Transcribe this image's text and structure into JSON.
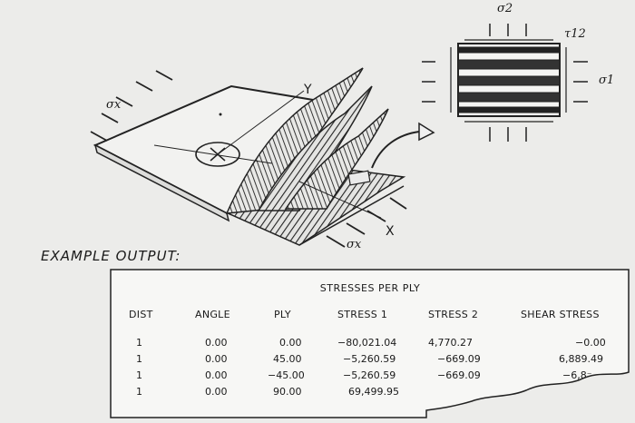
{
  "diagram": {
    "labels": {
      "sigma_x_left": "σx",
      "sigma_x_right": "σx",
      "axis_y": "Y",
      "axis_x": "X",
      "sigma_2": "σ2",
      "sigma_1": "σ1",
      "tau_12": "τ12"
    }
  },
  "caption": "EXAMPLE  OUTPUT:",
  "table": {
    "title": "STRESSES PER PLY",
    "headers": [
      "DIST",
      "ANGLE",
      "PLY",
      "STRESS 1",
      "STRESS 2",
      "SHEAR STRESS"
    ],
    "rows": [
      [
        "1",
        "0.00",
        "0.00",
        "−80,021.04",
        "4,770.27",
        "−0.00"
      ],
      [
        "1",
        "0.00",
        "45.00",
        "−5,260.59",
        "−669.09",
        "6,889.49"
      ],
      [
        "1",
        "0.00",
        "−45.00",
        "−5,260.59",
        "−669.09",
        "−6,8⁻"
      ],
      [
        "1",
        "0.00",
        "90.00",
        "69,499.95",
        "",
        ""
      ]
    ]
  }
}
